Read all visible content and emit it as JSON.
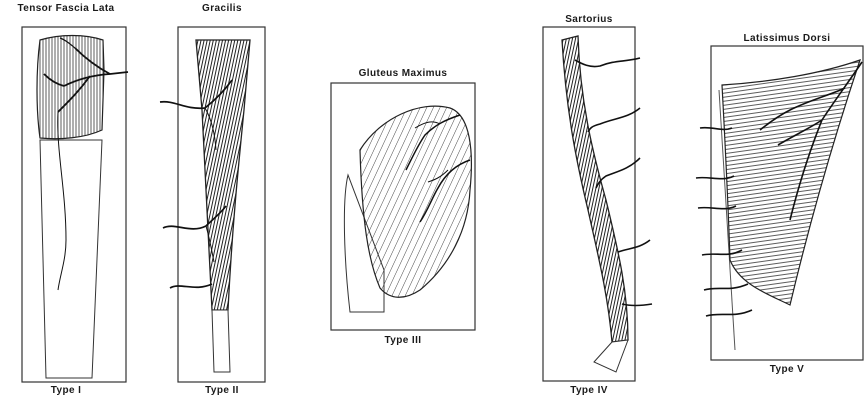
{
  "panels": [
    {
      "title": "Tensor Fascia Lata",
      "type_label": "Type I"
    },
    {
      "title": "Gracilis",
      "type_label": "Type II"
    },
    {
      "title": "Gluteus Maximus",
      "type_label": "Type III"
    },
    {
      "title": "Sartorius",
      "type_label": "Type IV"
    },
    {
      "title": "Latissimus Dorsi",
      "type_label": "Type V"
    }
  ],
  "colors": {
    "ink": "#222222",
    "muscle": "#dcdcdc",
    "frame": "#333333"
  }
}
